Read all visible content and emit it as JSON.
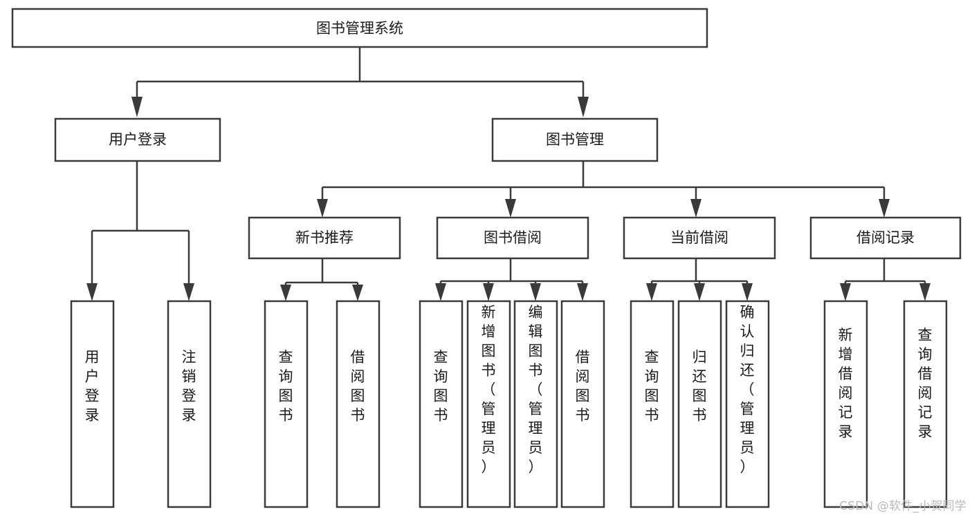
{
  "diagram": {
    "title": "图书管理系统",
    "type": "tree-hierarchy",
    "root": {
      "id": "root",
      "label": "图书管理系统",
      "orientation": "horizontal"
    },
    "level2": [
      {
        "id": "user-login",
        "label": "用户登录",
        "orientation": "horizontal"
      },
      {
        "id": "book-manage",
        "label": "图书管理",
        "orientation": "horizontal"
      }
    ],
    "level3": [
      {
        "id": "new-book-recommend",
        "label": "新书推荐",
        "orientation": "horizontal",
        "parent": "book-manage"
      },
      {
        "id": "book-borrow",
        "label": "图书借阅",
        "orientation": "horizontal",
        "parent": "book-manage"
      },
      {
        "id": "current-borrow",
        "label": "当前借阅",
        "orientation": "horizontal",
        "parent": "book-manage"
      },
      {
        "id": "borrow-record",
        "label": "借阅记录",
        "orientation": "horizontal",
        "parent": "book-manage"
      }
    ],
    "leaves": [
      {
        "id": "leaf-user-login",
        "label": "用户登录",
        "orientation": "vertical",
        "parent": "user-login"
      },
      {
        "id": "leaf-logout-login",
        "label": "注销登录",
        "orientation": "vertical",
        "parent": "user-login"
      },
      {
        "id": "leaf-query-book-1",
        "label": "查询图书",
        "orientation": "vertical",
        "parent": "new-book-recommend"
      },
      {
        "id": "leaf-borrow-book-1",
        "label": "借阅图书",
        "orientation": "vertical",
        "parent": "new-book-recommend"
      },
      {
        "id": "leaf-query-book-2",
        "label": "查询图书",
        "orientation": "vertical",
        "parent": "book-borrow"
      },
      {
        "id": "leaf-add-book",
        "label": "新增图书（管理员）",
        "orientation": "vertical",
        "parent": "book-borrow"
      },
      {
        "id": "leaf-edit-book",
        "label": "编辑图书（管理员）",
        "orientation": "vertical",
        "parent": "book-borrow"
      },
      {
        "id": "leaf-borrow-book-2",
        "label": "借阅图书",
        "orientation": "vertical",
        "parent": "book-borrow"
      },
      {
        "id": "leaf-query-book-3",
        "label": "查询图书",
        "orientation": "vertical",
        "parent": "current-borrow"
      },
      {
        "id": "leaf-return-book",
        "label": "归还图书",
        "orientation": "vertical",
        "parent": "current-borrow"
      },
      {
        "id": "leaf-confirm-return",
        "label": "确认归还（管理员）",
        "orientation": "vertical",
        "parent": "current-borrow"
      },
      {
        "id": "leaf-add-record",
        "label": "新增借阅记录",
        "orientation": "vertical",
        "parent": "borrow-record"
      },
      {
        "id": "leaf-query-record",
        "label": "查询借阅记录",
        "orientation": "vertical",
        "parent": "borrow-record"
      }
    ]
  },
  "watermark": {
    "text": "CSDN @软件_小贺同学"
  },
  "colors": {
    "stroke": "#3a3a3a",
    "fill": "#ffffff",
    "text": "#1a1a1a",
    "watermark": "#b9b9b9"
  }
}
